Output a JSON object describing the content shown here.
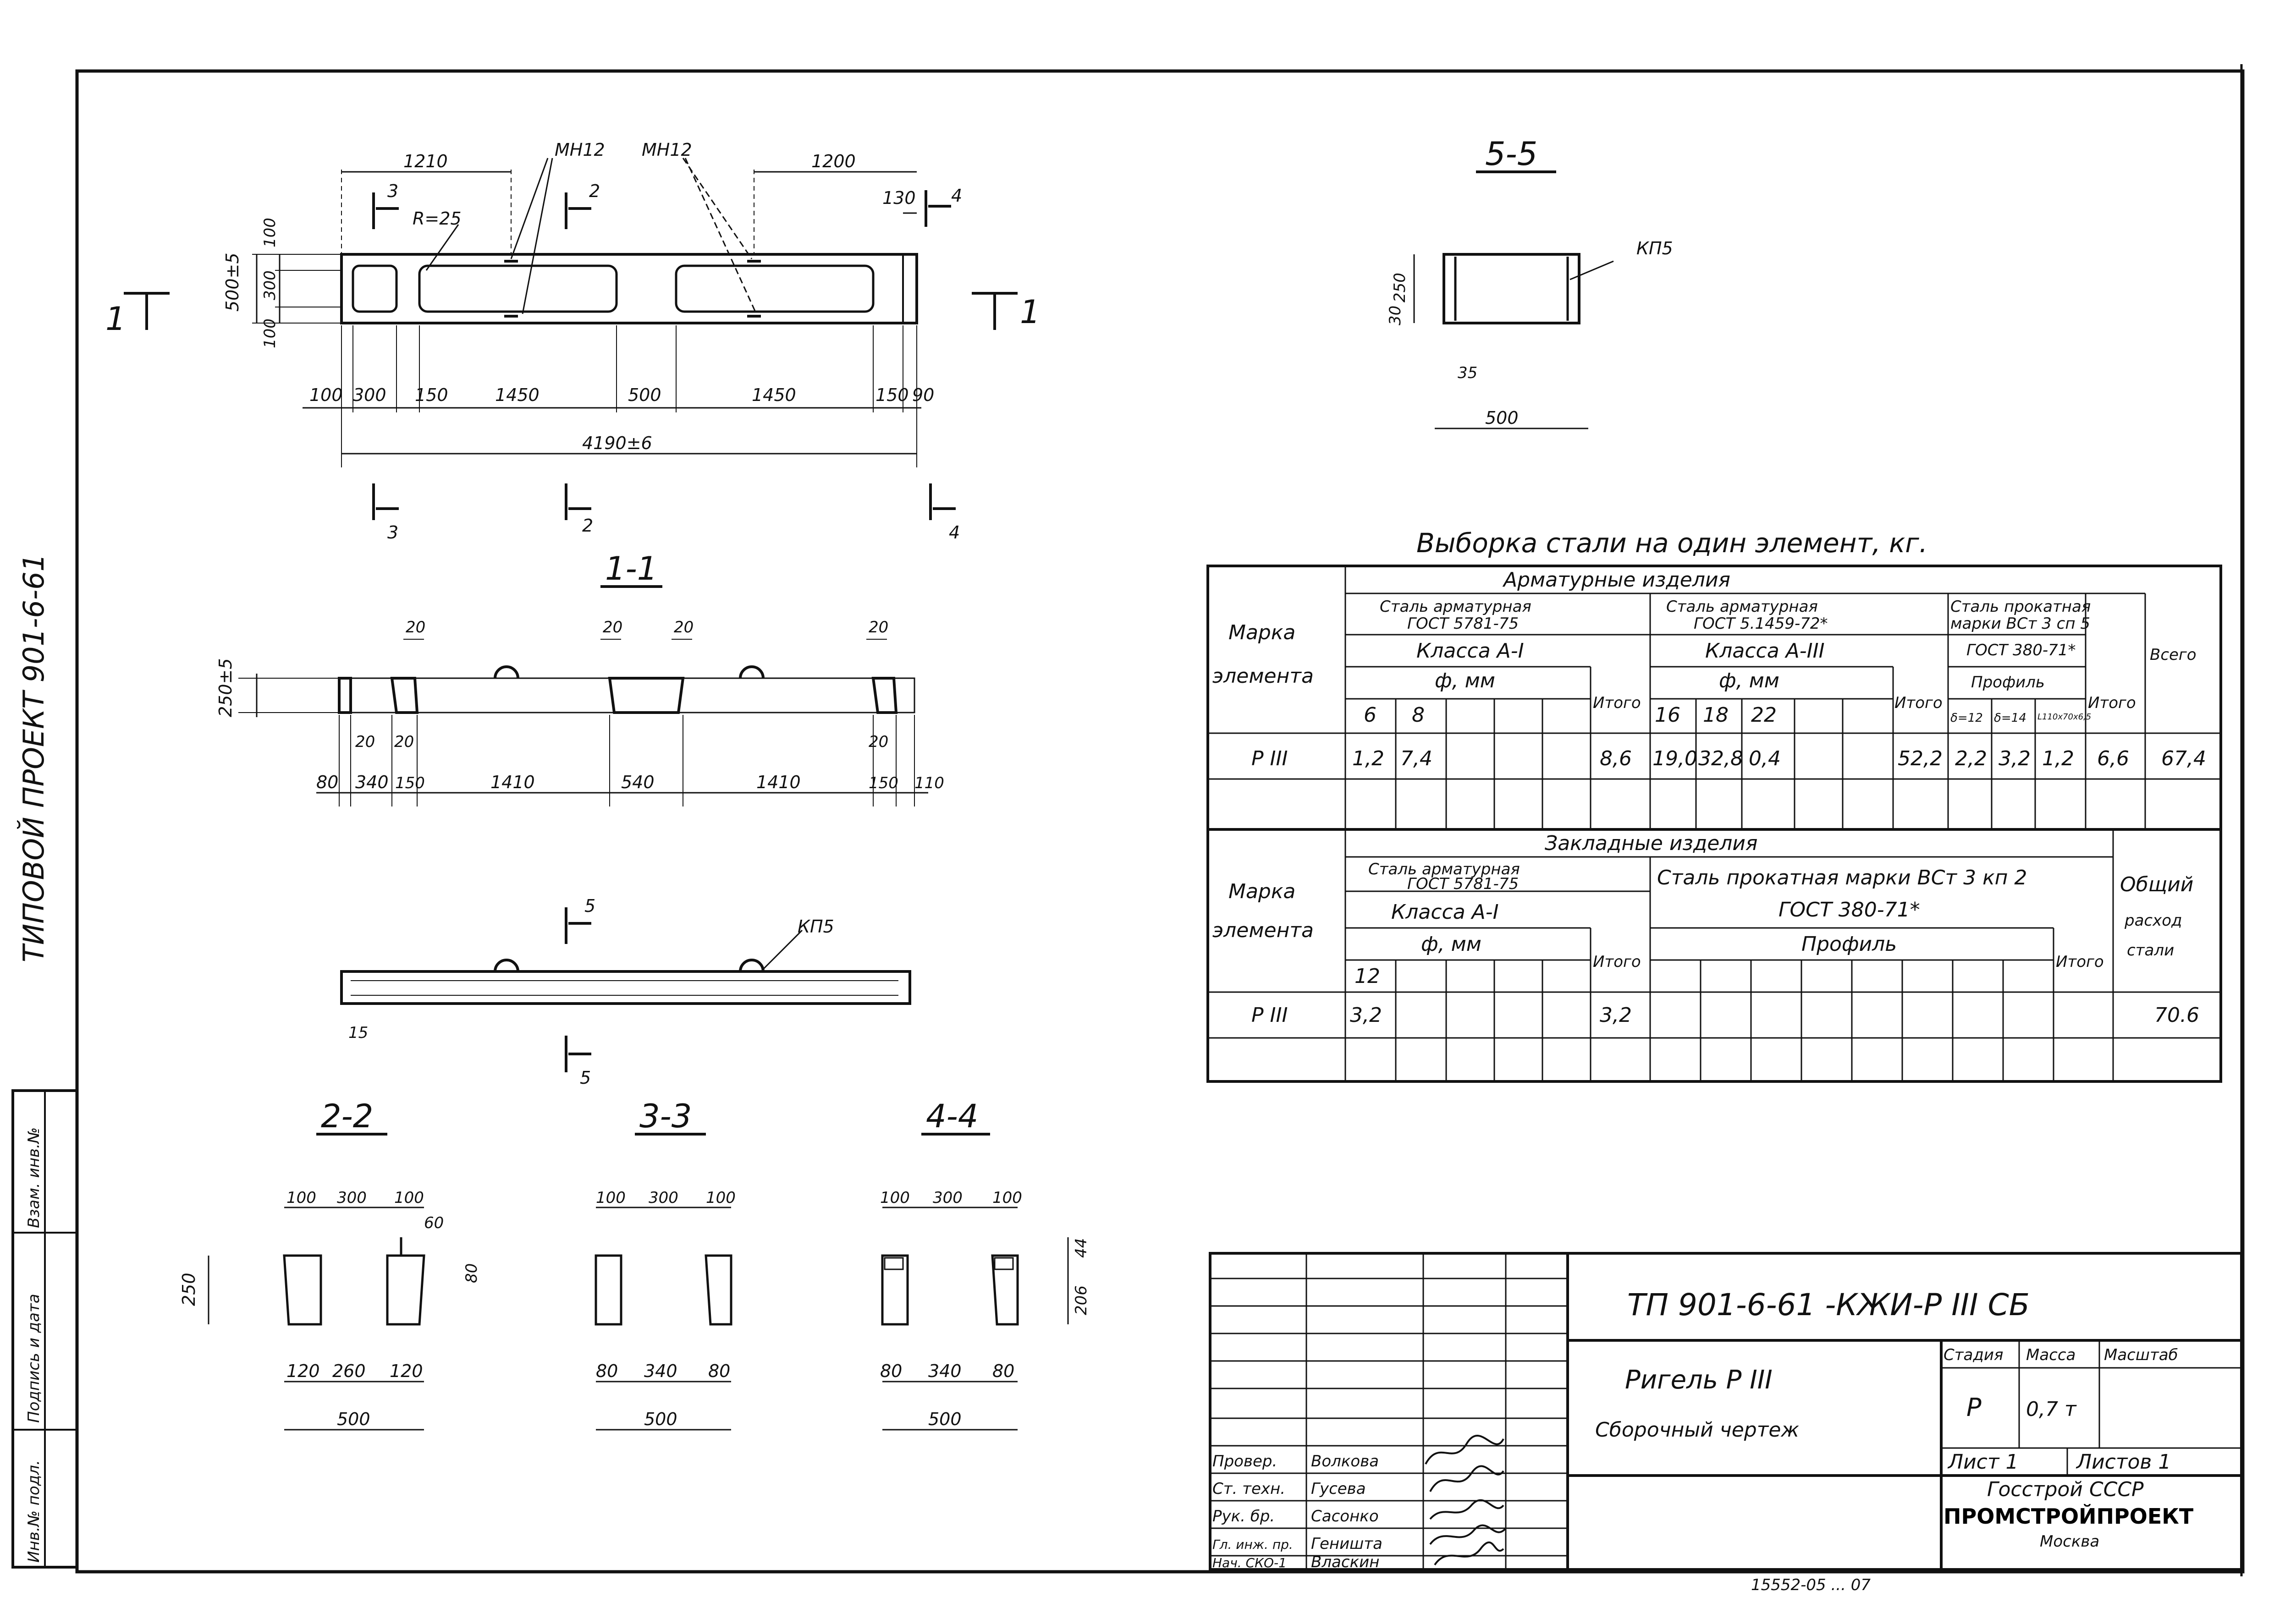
{
  "left_margin": {
    "series": "ТИПОВОЙ ПРОЕКТ 901-6-61",
    "sidebox": [
      "Инв.№ подл.",
      "Подпись и дата",
      "Взам. инв.№"
    ]
  },
  "plan": {
    "labels": {
      "mh_left": "МН12",
      "mh_right": "МН12",
      "radius": "R=25"
    },
    "dims_top": {
      "left": "1210",
      "right": "1200",
      "end": "130"
    },
    "dims_left": {
      "total": "500±5",
      "top": "100",
      "mid": "300",
      "bottom": "100"
    },
    "dims_bottom": [
      "100",
      "300",
      "150",
      "1450",
      "500",
      "1450",
      "150",
      "90"
    ],
    "total": "4190±6",
    "cut_marks": [
      "1",
      "1",
      "2",
      "2",
      "3",
      "3",
      "4",
      "4"
    ]
  },
  "section_1_1": {
    "title": "1-1",
    "height": "250±5",
    "top_dims": [
      "20",
      "20",
      "20",
      "20"
    ],
    "inner_dims": [
      "20",
      "20",
      "20"
    ],
    "bottom_dims": [
      "80",
      "340",
      "150",
      "1410",
      "540",
      "1410",
      "150",
      "110"
    ]
  },
  "elevation": {
    "label": "КП5",
    "dim": "15",
    "cuts": [
      "5",
      "5"
    ]
  },
  "section_5_5": {
    "title": "5-5",
    "label": "КП5",
    "dims": [
      "250",
      "30",
      "35",
      "500"
    ]
  },
  "section_2_2": {
    "title": "2-2",
    "top_dims": [
      "100",
      "300",
      "100"
    ],
    "side": [
      "60",
      "80"
    ],
    "height": "250",
    "bottom_dims": [
      "120",
      "260",
      "120"
    ],
    "total": "500"
  },
  "section_3_3": {
    "title": "3-3",
    "top_dims": [
      "100",
      "300",
      "100"
    ],
    "bottom_dims": [
      "80",
      "340",
      "80"
    ],
    "total": "500"
  },
  "section_4_4": {
    "title": "4-4",
    "top_dims": [
      "100",
      "300",
      "100"
    ],
    "side": [
      "44",
      "206"
    ],
    "bottom_dims": [
      "80",
      "340",
      "80"
    ],
    "total": "500"
  },
  "steel_table": {
    "title": "Выборка стали на один элемент, кг.",
    "group1": "Арматурные изделия",
    "col_marka": [
      "Марка",
      "элемента"
    ],
    "a1": {
      "line1": "Сталь арматурная",
      "line2": "ГОСТ 5781-75",
      "klass": "Класса А-I",
      "phi": "ф, мм",
      "d": [
        "6",
        "8"
      ]
    },
    "a3": {
      "line1": "Сталь арматурная",
      "line2": "ГОСТ 5.1459-72*",
      "klass": "Класса А-III",
      "phi": "ф, мм",
      "d": [
        "16",
        "18",
        "22"
      ]
    },
    "prok": {
      "line1": "Сталь прокатная",
      "line2": "марки ВСт 3 сп 5",
      "line3": "ГОСТ 380-71*",
      "profil": "Профиль",
      "d": [
        "δ=12",
        "δ=14",
        "L110x70x6,5"
      ]
    },
    "itogo": "Итого",
    "vsego": "Всего",
    "row": {
      "mark": "Р III",
      "a1": [
        "1,2",
        "7,4"
      ],
      "a1_sum": "8,6",
      "a3": [
        "19,0",
        "32,8",
        "0,4"
      ],
      "a3_sum": "52,2",
      "prok": [
        "2,2",
        "3,2",
        "1,2"
      ],
      "prok_sum": "6,6",
      "total": "67,4"
    },
    "group2": "Закладные изделия",
    "z_a1": {
      "line1": "Сталь арматурная",
      "line2": "ГОСТ 5781-75",
      "klass": "Класса А-I",
      "phi": "ф, мм",
      "d": [
        "12"
      ]
    },
    "z_prok": {
      "line1": "Сталь прокатная марки ВСт 3 кп 2",
      "line2": "ГОСТ 380-71*",
      "profil": "Профиль"
    },
    "obshiy": [
      "Общий",
      "расход",
      "стали"
    ],
    "zrow": {
      "mark": "Р III",
      "d12": "3,2",
      "sum": "3,2",
      "total": "70.6"
    }
  },
  "title_block": {
    "code": "ТП 901-6-61 -КЖИ-Р III СБ",
    "name1": "Ригель  Р III",
    "name2": "Сборочный  чертеж",
    "stadia_h": "Стадия",
    "massa_h": "Масса",
    "masshtab_h": "Масштаб",
    "stadia": "Р",
    "massa": "0,7 т",
    "list": "Лист 1",
    "listov": "Листов 1",
    "org1": "Госстрой СССР",
    "org2": "ПРОМСТРОЙПРОЕКТ",
    "org3": "Москва",
    "staff": [
      {
        "role": "Провер.",
        "name": "Волкова"
      },
      {
        "role": "Ст. техн.",
        "name": "Гусева"
      },
      {
        "role": "Рук. бр.",
        "name": "Сасонко"
      },
      {
        "role": "Гл. инж. пр.",
        "name": "Геништа"
      },
      {
        "role": "Нач. СКО-1",
        "name": "Власкин"
      }
    ],
    "bottom_note": "15552-05 ... 07"
  }
}
